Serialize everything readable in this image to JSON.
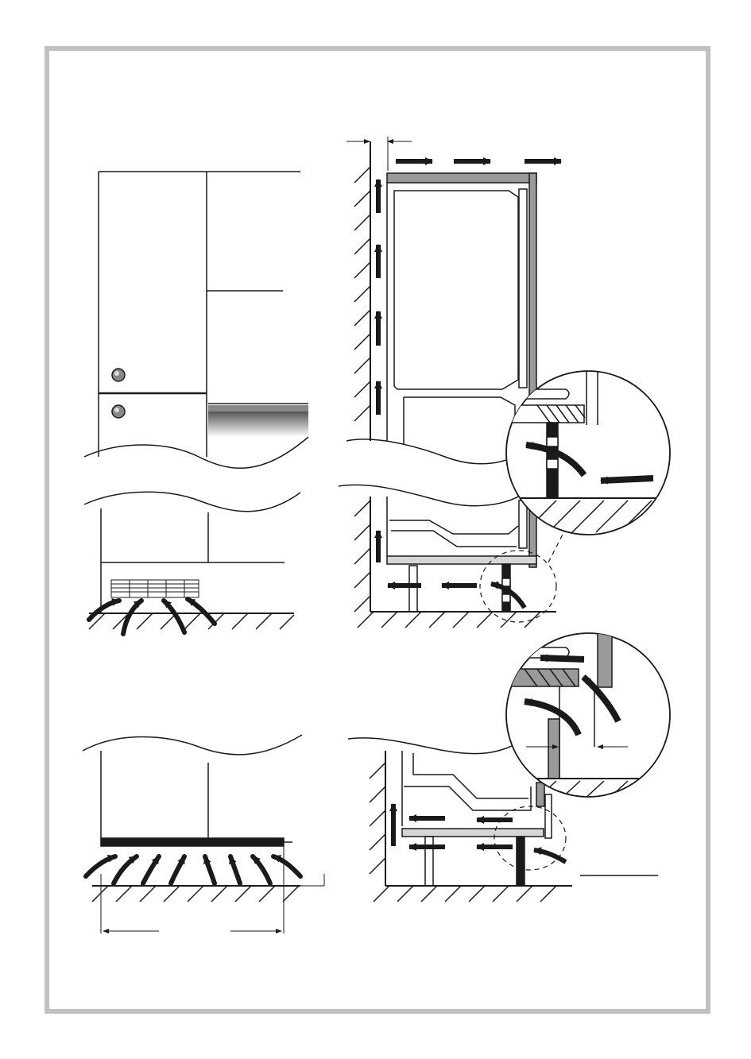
{
  "figure": {
    "frame_color": "#c0c0c0",
    "line_color": "#1a1a1a",
    "fill_gray": "#9a9a9a",
    "fill_light": "#d6d6d6",
    "icons": [
      "airflow-arrow-icon",
      "door-knob-icon",
      "ventilation-grille-icon",
      "magnifier-circle-icon",
      "floor-hatch-icon",
      "wall-hatch-icon",
      "dimension-arrow-icon"
    ],
    "panels": [
      {
        "name": "front-view-with-grille"
      },
      {
        "name": "side-section-upper-install"
      },
      {
        "name": "front-view-with-plinth"
      },
      {
        "name": "side-section-lower-install"
      }
    ]
  }
}
